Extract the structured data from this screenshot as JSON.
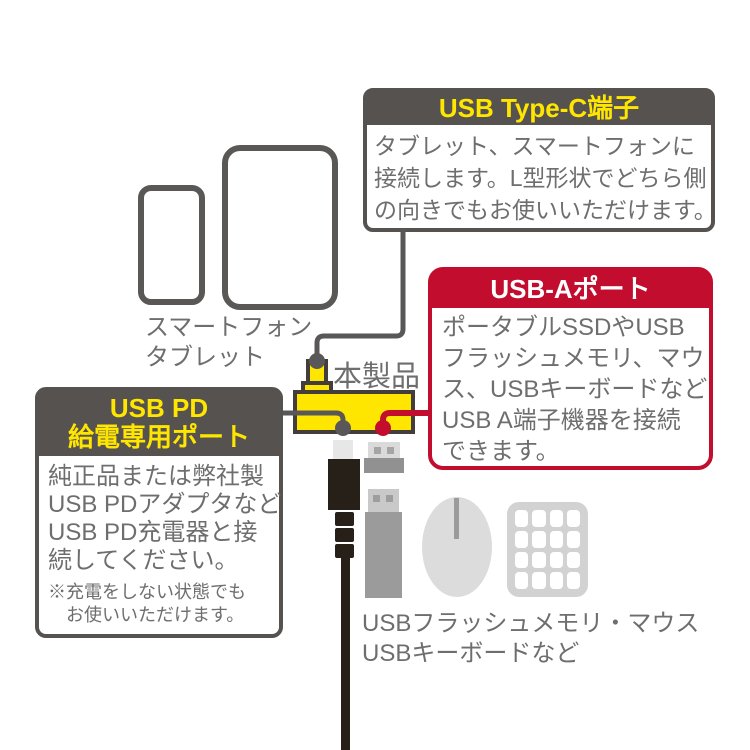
{
  "colors": {
    "accent_yellow": "#ffe600",
    "accent_red": "#c30d2e",
    "header_dark_gray": "#56524f",
    "body_text_gray": "#6e6e6e",
    "device_outline_gray": "#5a5857",
    "cable_black": "#272019"
  },
  "icons": {
    "smartphone-icon": "outlined rounded rect",
    "tablet-icon": "outlined rounded rect",
    "usb-c-plug-icon": "black plug with cable",
    "usb-a-plug-icon": "gray connector",
    "usb-flash-drive-icon": "gray stick",
    "mouse-icon": "gray oval with wheel line",
    "keyboard-icon": "gray pad with 16 keys"
  },
  "top_devices": {
    "label_line1": "スマートフォン",
    "label_line2": "タブレット"
  },
  "product": {
    "label": "本製品"
  },
  "callout_typec": {
    "title": "USB Type-C端子",
    "body_lines": [
      "タブレット、スマートフォンに",
      "接続します。L型形状でどちら側",
      "の向きでもお使いいただけます。"
    ]
  },
  "callout_usba": {
    "title": "USB-Aポート",
    "body_lines": [
      "ポータブルSSDやUSB",
      "フラッシュメモリ、マウ",
      "ス、USBキーボードなど",
      "USB A端子機器を接続",
      "できます。"
    ]
  },
  "callout_usbpd": {
    "title_line1": "USB PD",
    "title_line2": "給電専用ポート",
    "body_lines": [
      "純正品または弊社製",
      "USB PDアダプタなど",
      "USB PD充電器と接",
      "続してください。"
    ],
    "note_lines": [
      "※充電をしない状態でも",
      "お使いいただけます。"
    ]
  },
  "bottom_caption": {
    "line1": "USBフラッシュメモリ・マウス",
    "line2": "USBキーボードなど"
  }
}
